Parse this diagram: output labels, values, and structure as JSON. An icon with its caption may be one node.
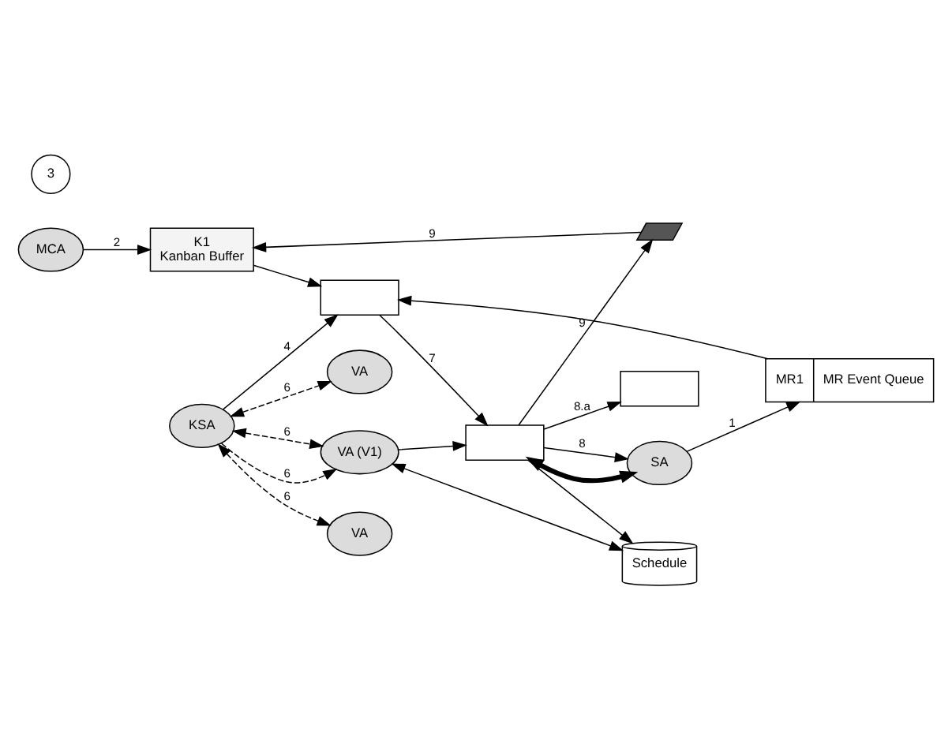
{
  "diagram": {
    "nodes": [
      {
        "text": [
          "MCA"
        ]
      },
      {
        "text": [
          "K1",
          "Kanban Buffer"
        ]
      },
      {
        "text": [
          "MR1",
          "MR Event Queue"
        ]
      },
      {
        "text": [
          "SA"
        ]
      },
      {
        "text": [
          "KSA"
        ]
      },
      {
        "text": [
          "VA"
        ]
      },
      {
        "text": [
          "VA"
        ]
      },
      {
        "text": [
          "VA (V1)"
        ]
      },
      {
        "text": [
          "Schedule"
        ]
      },
      {
        "text": [],
        "shape": "box"
      },
      {
        "text": [],
        "shape": "box"
      },
      {
        "text": [],
        "shape": "box"
      },
      {
        "text": [],
        "shape": "parallelogram"
      }
    ],
    "edges": [
      {
        "from": 0,
        "to": 1,
        "arrow": "to",
        "label": "2"
      },
      {
        "from": 3,
        "to": 2,
        "arrow": "to",
        "label": "1"
      },
      {
        "from": 2,
        "to": 10,
        "arrow": "to"
      },
      {
        "from": 4,
        "to": 10,
        "arrow": "to",
        "label": "4"
      },
      {
        "from": 12,
        "to": 1,
        "arrow": "to",
        "label": "9"
      },
      {
        "from": 1,
        "to": 10,
        "arrow": "to"
      },
      {
        "from": 10,
        "to": 11,
        "arrow": "to",
        "label": "7"
      },
      {
        "from": 11,
        "to": 9,
        "arrow": "to",
        "label": "8.a"
      },
      {
        "from": 11,
        "to": 3,
        "arrow": "both",
        "style": "thick"
      },
      {
        "from": 11,
        "to": 3,
        "arrow": "to",
        "label": "8"
      },
      {
        "from": 11,
        "to": 12,
        "arrow": "to",
        "label": "9"
      },
      {
        "from": 4,
        "to": 5,
        "arrow": "both",
        "style": "dashed",
        "label": "6"
      },
      {
        "from": 4,
        "to": 6,
        "arrow": "both",
        "style": "dashed",
        "label": "6"
      },
      {
        "from": 4,
        "to": 7,
        "arrow": "to",
        "style": "dashed",
        "label": "6"
      },
      {
        "from": 4,
        "to": 7,
        "arrow": "both",
        "style": "dashed",
        "label": "6"
      },
      {
        "from": 7,
        "to": 11,
        "arrow": "to"
      },
      {
        "from": 11,
        "to": 8,
        "arrow": "to"
      },
      {
        "from": 7,
        "to": 8,
        "arrow": "both"
      }
    ],
    "labels": [
      "3"
    ]
  }
}
